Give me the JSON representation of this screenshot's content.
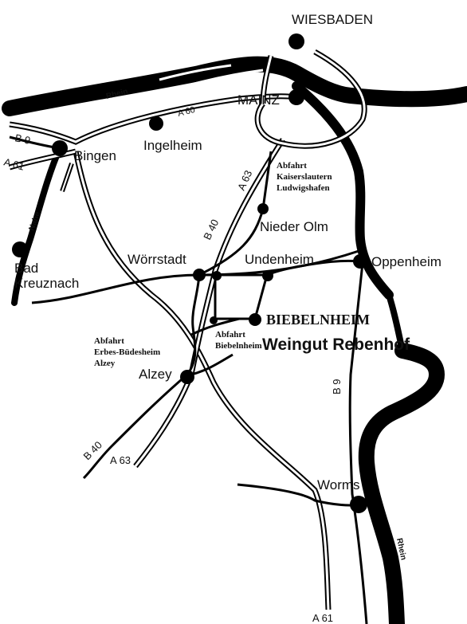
{
  "cities": {
    "wiesbaden": "WIESBADEN",
    "mainz": "MAINZ",
    "bingen": "Bingen",
    "ingelheim": "Ingelheim",
    "nieder_olm": "Nieder Olm",
    "woerrstadt": "Wörrstadt",
    "undenheim": "Undenheim",
    "oppenheim": "Oppenheim",
    "bad": "Bad",
    "kreuznach": "Kreuznach",
    "biebelnheim": "BIEBELNHEIM",
    "alzey": "Alzey",
    "worms": "Worms"
  },
  "winery": "Weingut Rebenhof",
  "rivers": {
    "rhein_north": "Rhein",
    "rhein_south": "Rhein",
    "nahe": "Nahe"
  },
  "roads": {
    "a60": "A 60",
    "b9_north": "B 9",
    "a61_west": "A 61",
    "a63_north": "A 63",
    "b40_north": "B 40",
    "b9_south": "B 9",
    "b40_south": "B 40",
    "a63_south": "A 63",
    "a61_south": "A 61"
  },
  "exits": {
    "kl_line1": "Abfahrt",
    "kl_line2": "Kaiserslautern",
    "kl_line3": "Ludwigshafen",
    "bieb_line1": "Abfahrt",
    "bieb_line2": "Biebelnheim",
    "alz_line1": "Abfahrt",
    "alz_line2": "Erbes-Büdesheim",
    "alz_line3": "Alzey"
  }
}
